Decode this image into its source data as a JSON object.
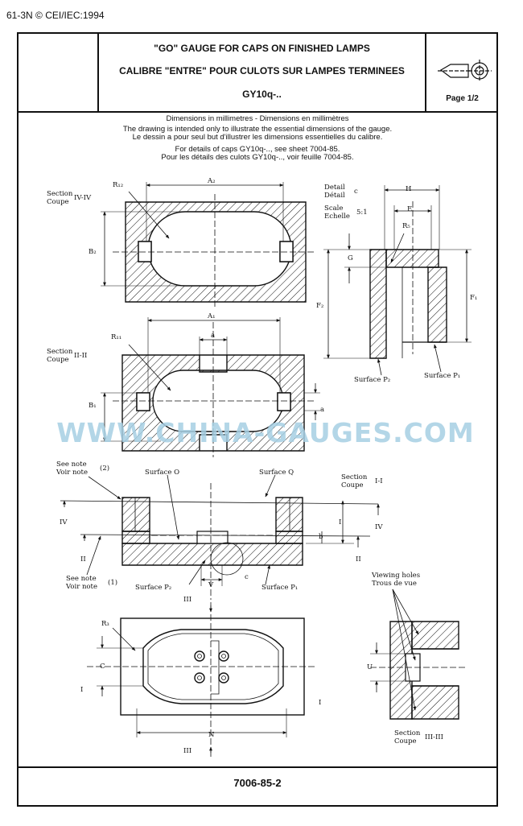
{
  "corner_ref": "61-3N © CEI/IEC:1994",
  "header": {
    "title_en": "\"GO\" GAUGE FOR CAPS ON FINISHED LAMPS",
    "title_fr": "CALIBRE \"ENTRE\" POUR CULOTS SUR LAMPES TERMINEES",
    "code": "GY10q-..",
    "page": "Page 1/2"
  },
  "notes": {
    "dims": "Dimensions in millimetres - Dimensions en millimètres",
    "intent_en": "The drawing is intended only to illustrate the essential dimensions of the gauge.",
    "intent_fr": "Le dessin a pour seul but d'illustrer les dimensions essentielles du calibre.",
    "details_en": "For details of caps GY10q-.., see sheet 7004-85.",
    "details_fr": "Pour les détails des culots GY10q-.., voir feuille 7004-85."
  },
  "labels": {
    "sec_iv_1": "Section",
    "sec_iv_2": "Coupe",
    "sec_iv_3": "IV-IV",
    "sec_ii_1": "Section",
    "sec_ii_2": "Coupe",
    "sec_ii_3": "II-II",
    "sec_i_1": "Section",
    "sec_i_2": "Coupe",
    "sec_i_3": "I-I",
    "sec_iii_1": "Section",
    "sec_iii_2": "Coupe",
    "sec_iii_3": "III-III",
    "detail_1": "Detail",
    "detail_2": "Détail",
    "detail_c": "c",
    "scale_1": "Scale",
    "scale_2": "Echelle",
    "scale_v": "5:1",
    "A2": "A₂",
    "R12": "R₁₂",
    "B2": "B₂",
    "A1": "A₁",
    "R11": "R₁₁",
    "B1": "B₁",
    "a_top": "a",
    "a_side": "a",
    "H": "H",
    "E": "E",
    "R5": "R₅",
    "G": "G",
    "F2": "F₂",
    "F1": "F₁",
    "surfP2_det": "Surface P₂",
    "surfP1_det": "Surface P₁",
    "see_note2_1": "See note",
    "see_note2_2": "Voir note",
    "see_note2_n": "(2)",
    "surfO": "Surface O",
    "surfQ": "Surface Q",
    "IV_l": "IV",
    "IV_r": "IV",
    "II_l": "II",
    "II_r": "II",
    "I_r": "I",
    "b": "b",
    "see_note1_1": "See note",
    "see_note1_2": "Voir note",
    "see_note1_n": "(1)",
    "surfP2": "Surface P₂",
    "V": "V",
    "c_mark": "c",
    "surfP1": "Surface P₁",
    "III_top": "III",
    "III_bot": "III",
    "R3": "R₃",
    "C": "C",
    "I_l": "I",
    "I_rb": "I",
    "N": "N",
    "U": "U",
    "viewing_1": "Viewing holes",
    "viewing_2": "Trous de vue"
  },
  "watermark": "WWW.CHINA-GAUGES.COM",
  "footer": "7006-85-2"
}
